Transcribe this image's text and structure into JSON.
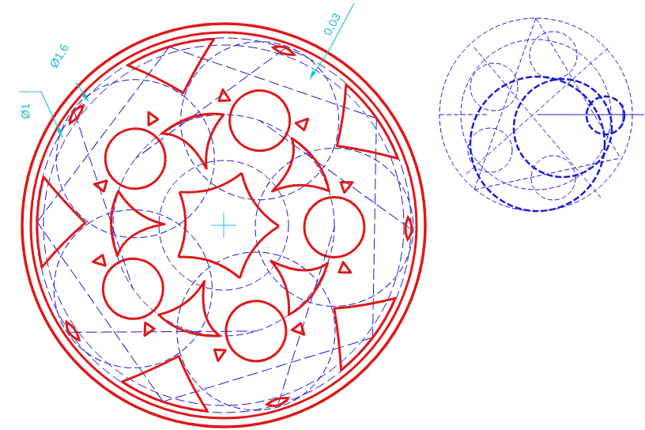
{
  "diagram": {
    "labels": [
      "Ø1",
      "Ø1,6",
      "0,03"
    ]
  }
}
